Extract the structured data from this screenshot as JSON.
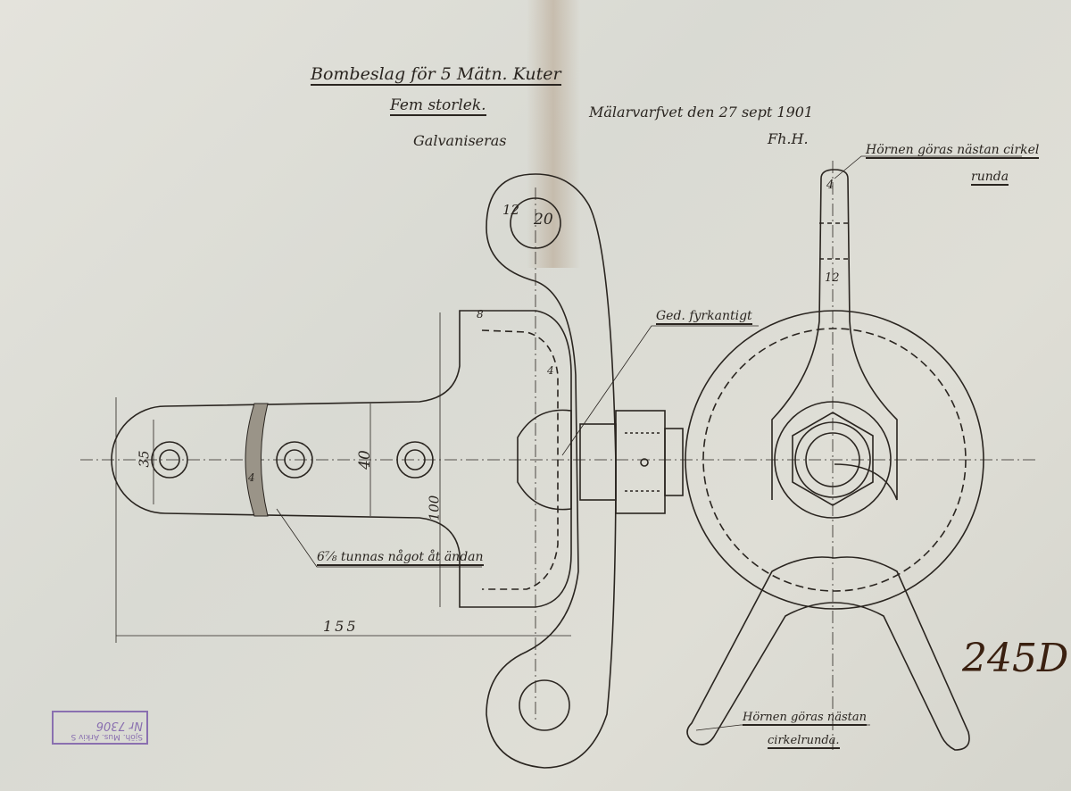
{
  "title": "Bombeslag för 5 Mätn. Kuter",
  "subtitle": "Fem storlek.",
  "finish": "Galvaniseras",
  "origin": "Mälarvarfvet den 27 sept 1901",
  "signature": "Fh.H.",
  "notes": {
    "top_right_line1": "Hörnen göras nästan cirkel",
    "top_right_line2": "runda",
    "square": "Ged. fyrkantigt",
    "taper": "6⅞ tunnas något åt ändan",
    "bottom_line1": "Hörnen göras nästan",
    "bottom_line2": "cirkelrunda."
  },
  "dimensions": {
    "hole_wall": "12",
    "hole_dia": "20",
    "top_thickness": "8",
    "flange": "4",
    "arm_width": "35",
    "mid_width": "40",
    "height": "100",
    "length": "155",
    "end_width": "4",
    "stem_width": "12",
    "taper_mark": "4"
  },
  "archive_number": "245D",
  "stamp": {
    "line1": "Sjöh. Mus. Arkiv S",
    "line2": "Nr 7306"
  }
}
